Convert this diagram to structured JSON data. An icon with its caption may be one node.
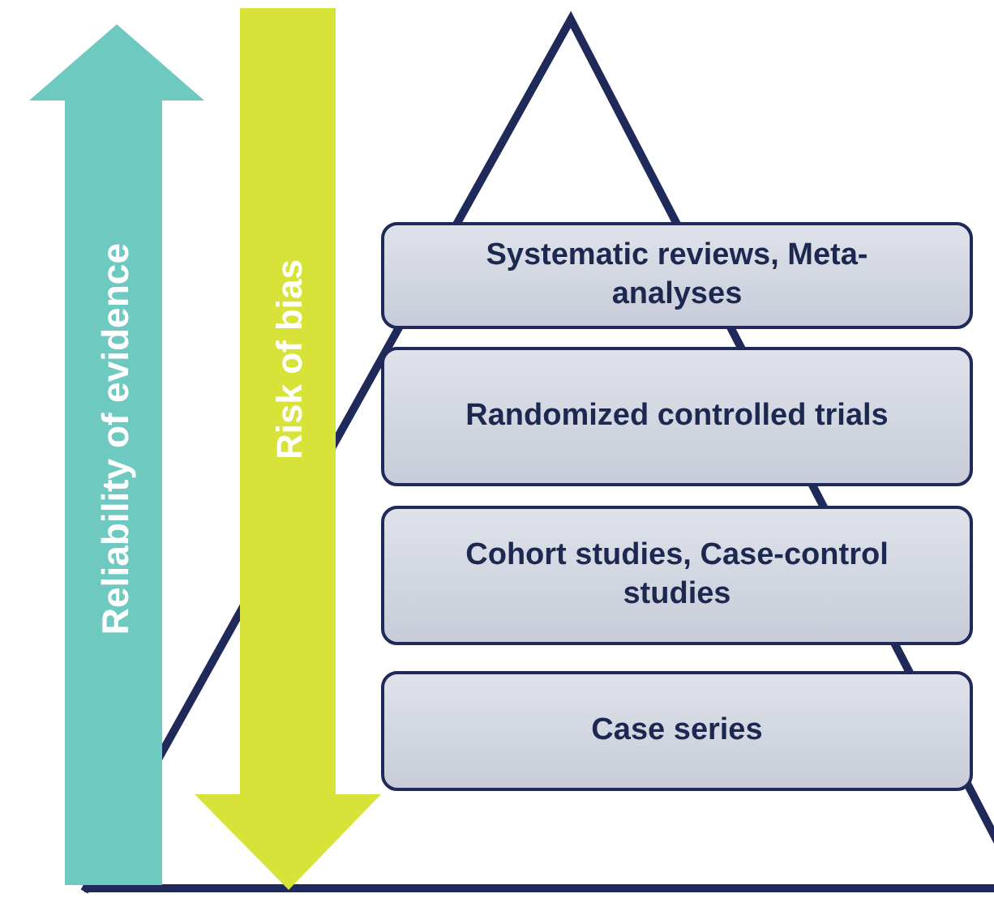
{
  "diagram": {
    "nodes": [
      {
        "text": [
          "Systematic reviews, Meta-analyses"
        ]
      },
      {
        "text": [
          "Randomized controlled trials"
        ]
      },
      {
        "text": [
          "Cohort studies, Case-control studies"
        ]
      },
      {
        "text": [
          "Case series"
        ]
      }
    ],
    "labels": [
      "Reliability of evidence",
      "Risk of bias"
    ]
  }
}
